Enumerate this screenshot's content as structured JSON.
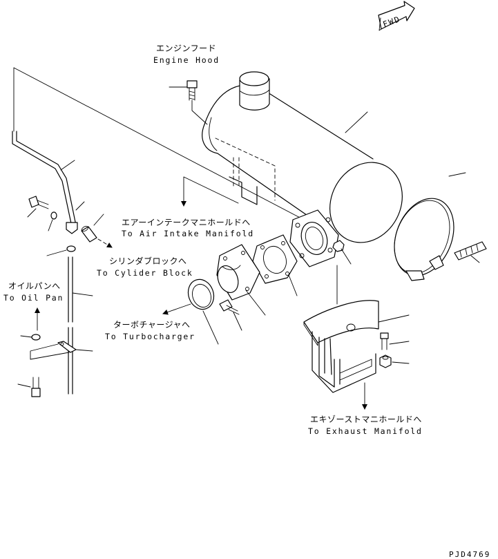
{
  "diagram": {
    "fwd_label": "FWD",
    "drawing_code": "PJD4769",
    "labels": {
      "engine_hood": {
        "ja": "エンジンフード",
        "en": "Engine Hood"
      },
      "air_intake": {
        "ja": "エアーインテークマニホールドへ",
        "en": "To Air Intake Manifold"
      },
      "cylinder_block": {
        "ja": "シリンダブロックへ",
        "en": "To Cylider Block"
      },
      "oil_pan": {
        "ja": "オイルパンへ",
        "en": "To Oil Pan"
      },
      "turbocharger": {
        "ja": "ターボチャージャへ",
        "en": "To Turbocharger"
      },
      "exhaust_manifold": {
        "ja": "エキゾーストマニホールドへ",
        "en": "To Exhaust Manifold"
      }
    }
  }
}
